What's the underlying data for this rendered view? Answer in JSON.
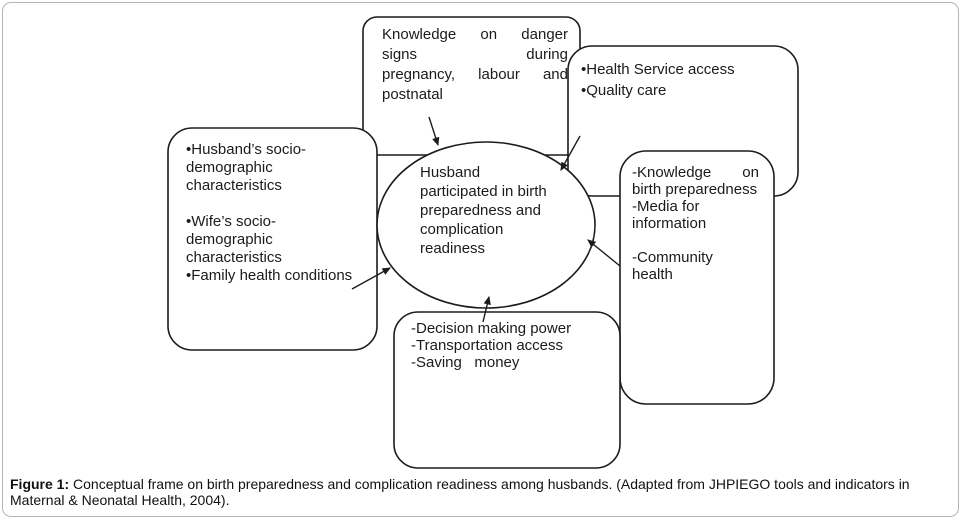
{
  "figure": {
    "caption_label": "Figure 1:",
    "caption_text": " Conceptual frame on birth preparedness and complication readiness among husbands. (Adapted from JHPIEGO tools and indicators in Maternal & Neonatal Health, 2004)."
  },
  "diagram": {
    "top_box": {
      "lines": [
        "Knowledge on danger",
        "signs during",
        "pregnancy, labour and",
        "postnatal"
      ]
    },
    "top_right_box": {
      "lines": [
        "•Health Service access",
        "•Quality care"
      ]
    },
    "right_box": {
      "lines": [
        "-Knowledge on",
        "birth preparedness",
        "-Media for",
        "information",
        "",
        "-Community",
        "health"
      ]
    },
    "left_box": {
      "lines": [
        "•Husband’s socio-",
        "demographic",
        "characteristics",
        "",
        "•Wife’s socio-",
        "demographic",
        "characteristics",
        "•Family health conditions"
      ]
    },
    "bottom_box": {
      "lines": [
        "-Decision making power",
        "-Transportation access",
        "-Saving   money"
      ]
    },
    "center_ellipse": {
      "lines": [
        "Husband",
        "participated in birth",
        "preparedness and",
        "complication",
        "readiness"
      ]
    }
  },
  "colors": {
    "stroke": "#1c1c1c",
    "card_border": "#b5b5b5",
    "background": "#ffffff"
  }
}
